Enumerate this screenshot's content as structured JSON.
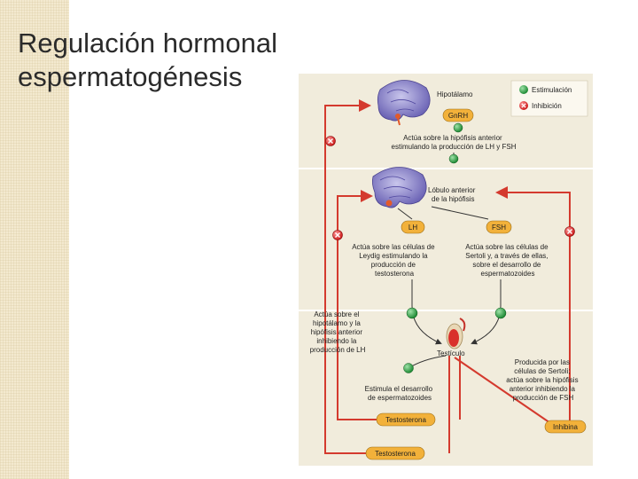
{
  "slide": {
    "title_line1": "Regulación hormonal",
    "title_line2": "espermatogénesis"
  },
  "diagram": {
    "legend": {
      "stimulation": "Estimulación",
      "inhibition": "Inhibición"
    },
    "hypothalamus_label": "Hipotálamo",
    "gnrh": "GnRH",
    "gnrh_action": [
      "Actúa sobre la hipófisis anterior",
      "estimulando la producción de LH y FSH"
    ],
    "pituitary_label": [
      "Lóbulo anterior",
      "de la hipófisis"
    ],
    "lh": "LH",
    "fsh": "FSH",
    "lh_action": [
      "Actúa sobre las células de",
      "Leydig estimulando la",
      "producción de",
      "testosterona"
    ],
    "fsh_action": [
      "Actúa sobre las células de",
      "Sertoli y, a través de ellas,",
      "sobre el desarrollo de",
      "espermatozoides"
    ],
    "testosterone_feedback": [
      "Actúa sobre el",
      "hipotálamo y la",
      "hipófisis anterior",
      "inhibiendo la",
      "producción de LH"
    ],
    "testis_label": "Testículo",
    "sperm_development": [
      "Estimula el desarrollo",
      "de espermatozoides"
    ],
    "inhibin_action": [
      "Producida por las",
      "células de Sertoli;",
      "actúa sobre la hipófisis",
      "anterior inhibiendo la",
      "producción de FSH"
    ],
    "testosterone_1": "Testosterona",
    "testosterone_2": "Testosterona",
    "inhibin": "Inhibina"
  }
}
